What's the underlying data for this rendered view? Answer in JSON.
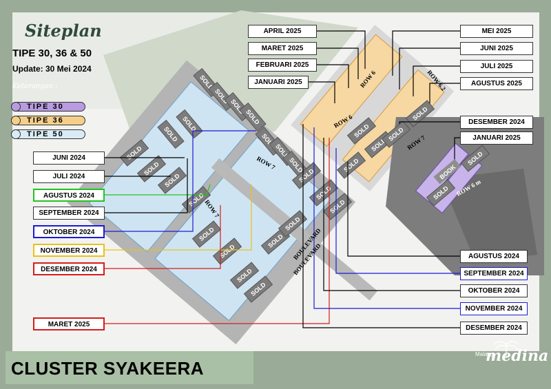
{
  "header": {
    "title": "Siteplan",
    "subtitle": "TIPE 30, 36 & 50",
    "update": "Update: 30 Mei 2024"
  },
  "legend": {
    "title": "Keterangan :",
    "items": [
      {
        "label": "TIPE 30",
        "color": "#b89be0"
      },
      {
        "label": "TIPE 36",
        "color": "#f5cf8a"
      },
      {
        "label": "TIPE 50",
        "color": "#d9ecf6"
      }
    ]
  },
  "left_labels": [
    {
      "text": "JUNI 2024",
      "color": "#000000"
    },
    {
      "text": "JULI 2024",
      "color": "#000000"
    },
    {
      "text": "AGUSTUS 2024",
      "color": "#23c31e"
    },
    {
      "text": "SEPTEMBER 2024",
      "color": "#000000"
    },
    {
      "text": "OKTOBER 2024",
      "color": "#1a1ad4"
    },
    {
      "text": "NOVEMBER 2024",
      "color": "#e8c11b"
    },
    {
      "text": "DESEMBER 2024",
      "color": "#d61c1c"
    },
    {
      "text": "MARET 2025",
      "color": "#d61c1c"
    }
  ],
  "top_labels": [
    {
      "text": "APRIL 2025",
      "color": "#000000"
    },
    {
      "text": "MARET 2025",
      "color": "#000000"
    },
    {
      "text": "FEBRUARI 2025",
      "color": "#000000"
    },
    {
      "text": "JANUARI 2025",
      "color": "#000000"
    }
  ],
  "right_labels": [
    {
      "text": "MEI 2025",
      "color": "#000000"
    },
    {
      "text": "JUNI 2025",
      "color": "#000000"
    },
    {
      "text": "JULI 2025",
      "color": "#000000"
    },
    {
      "text": "AGUSTUS 2025",
      "color": "#000000"
    },
    {
      "text": "DESEMBER 2024",
      "color": "#000000"
    },
    {
      "text": "JANUARI 2025",
      "color": "#000000"
    },
    {
      "text": "AGUSTUS 2024",
      "color": "#000000"
    },
    {
      "text": "SEPTEMBER 2024",
      "color": "#1a1ad4"
    },
    {
      "text": "OKTOBER 2024",
      "color": "#000000"
    },
    {
      "text": "NOVEMBER 2024",
      "color": "#1a1ad4"
    },
    {
      "text": "DESEMBER 2024",
      "color": "#000000"
    }
  ],
  "map_text": {
    "sold": "SOLD",
    "book": "BOOK",
    "row6": "ROW 6",
    "row62": "ROW 6.2",
    "row7": "ROW 7",
    "row6m": "ROW 6 m",
    "boulevard": "BOULEVARD"
  },
  "footer": {
    "cluster": "CLUSTER SYAKEERA",
    "logo_small": "Malang",
    "logo_main": "medina"
  },
  "colors": {
    "background": "#9aab98",
    "road": "#9e9e9e",
    "sold_lot": "#7c7c7c",
    "tipe30": "#b89be0",
    "tipe36": "#f5cf8a",
    "tipe50": "#d9ecf6"
  }
}
